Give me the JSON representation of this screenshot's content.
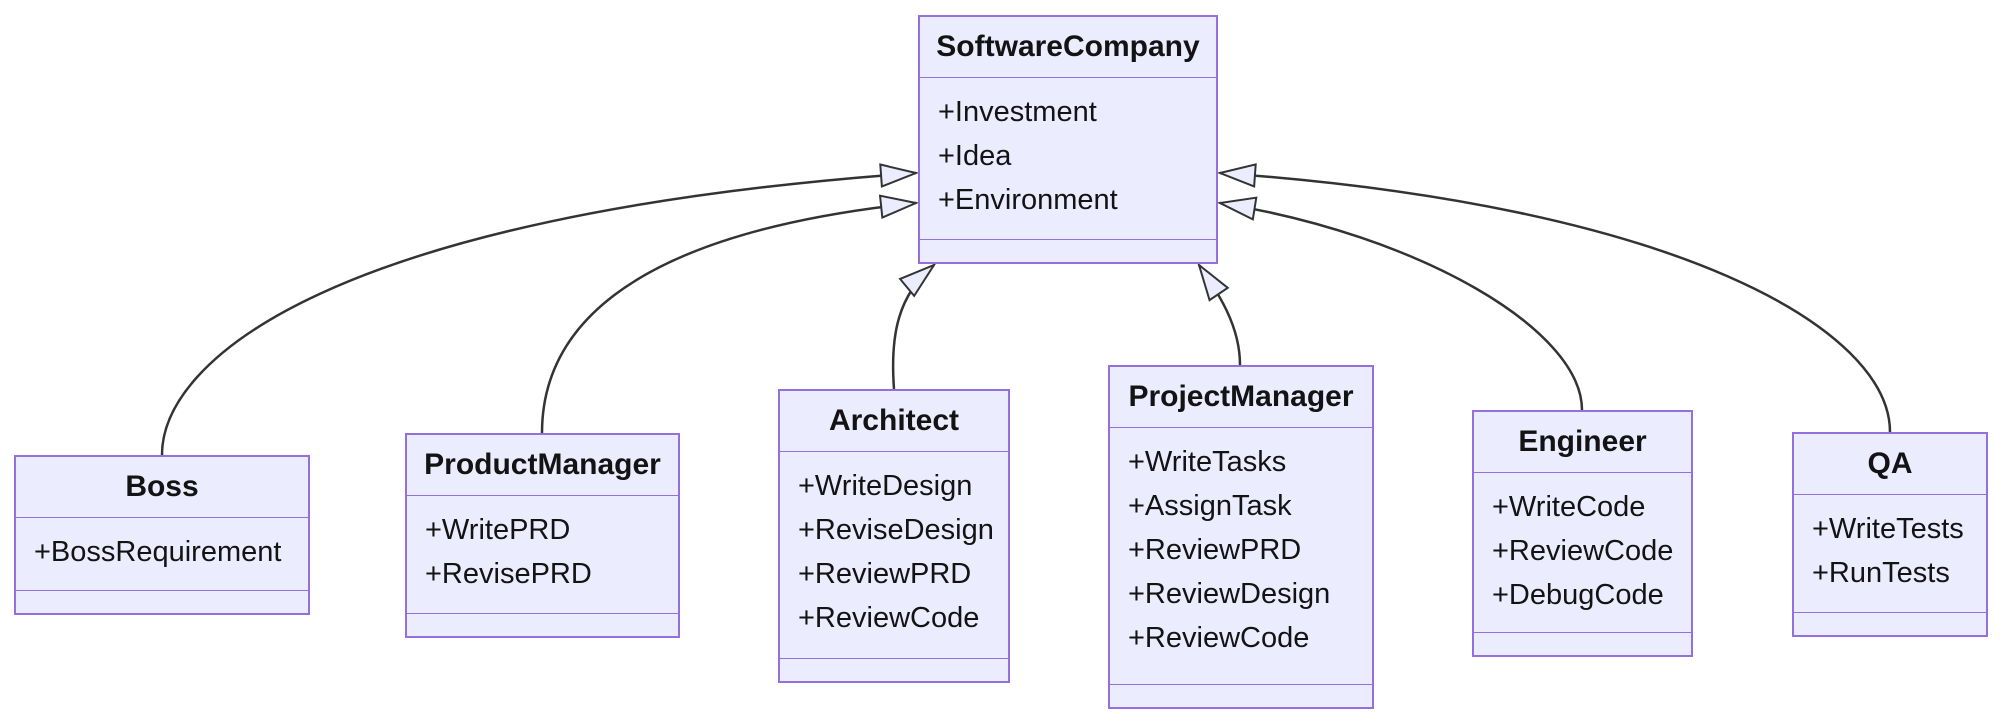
{
  "diagram": {
    "kind": "uml-class-diagram",
    "relation_type": "inheritance",
    "parent_class": "SoftwareCompany"
  },
  "theme": {
    "box_fill": "#ECECFF",
    "box_border": "#9370DB",
    "line_color": "#333333",
    "text_color": "#131313",
    "background": "#FFFFFF",
    "arrowhead_fill": "#ECECFF"
  },
  "classes": [
    {
      "name": "SoftwareCompany",
      "members": [
        "+Investment",
        "+Idea",
        "+Environment"
      ]
    },
    {
      "name": "Boss",
      "members": [
        "+BossRequirement"
      ]
    },
    {
      "name": "ProductManager",
      "members": [
        "+WritePRD",
        "+RevisePRD"
      ]
    },
    {
      "name": "Architect",
      "members": [
        "+WriteDesign",
        "+ReviseDesign",
        "+ReviewPRD",
        "+ReviewCode"
      ]
    },
    {
      "name": "ProjectManager",
      "members": [
        "+WriteTasks",
        "+AssignTask",
        "+ReviewPRD",
        "+ReviewDesign",
        "+ReviewCode"
      ]
    },
    {
      "name": "Engineer",
      "members": [
        "+WriteCode",
        "+ReviewCode",
        "+DebugCode"
      ]
    },
    {
      "name": "QA",
      "members": [
        "+WriteTests",
        "+RunTests"
      ]
    }
  ],
  "relations": [
    {
      "from": "Boss",
      "to": "SoftwareCompany",
      "type": "extension"
    },
    {
      "from": "ProductManager",
      "to": "SoftwareCompany",
      "type": "extension"
    },
    {
      "from": "Architect",
      "to": "SoftwareCompany",
      "type": "extension"
    },
    {
      "from": "ProjectManager",
      "to": "SoftwareCompany",
      "type": "extension"
    },
    {
      "from": "Engineer",
      "to": "SoftwareCompany",
      "type": "extension"
    },
    {
      "from": "QA",
      "to": "SoftwareCompany",
      "type": "extension"
    }
  ]
}
